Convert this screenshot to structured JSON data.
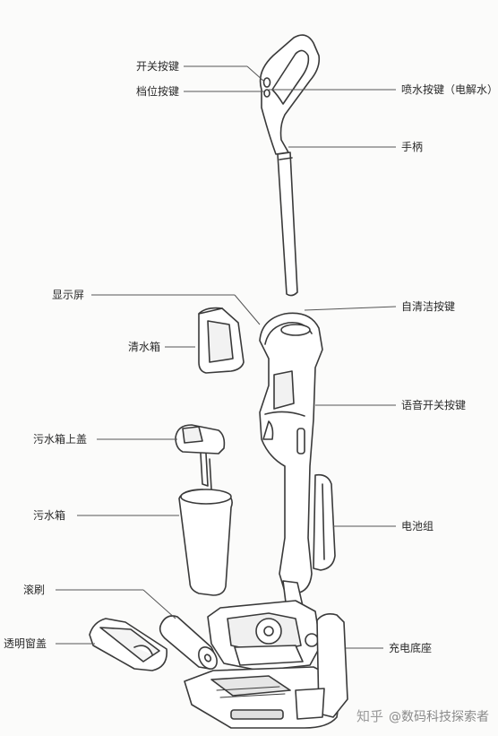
{
  "labels": {
    "power_button": "开关按键",
    "gear_button": "档位按键",
    "spray_button": "喷水按键（电解水）",
    "handle": "手柄",
    "display": "显示屏",
    "self_clean_button": "自清洁按键",
    "clean_tank": "清水箱",
    "voice_switch": "语音开关按键",
    "dirty_tank_lid": "污水箱上盖",
    "battery": "电池组",
    "dirty_tank": "污水箱",
    "roller_brush": "滚刷",
    "transparent_cover": "透明窗盖",
    "charging_base": "充电底座"
  },
  "watermark": {
    "platform": "知乎",
    "author": "@数码科技探索者"
  },
  "colors": {
    "line": "#3a3a3a",
    "leader": "#555555",
    "fill": "#ffffff",
    "shade": "#d9d9d9"
  }
}
